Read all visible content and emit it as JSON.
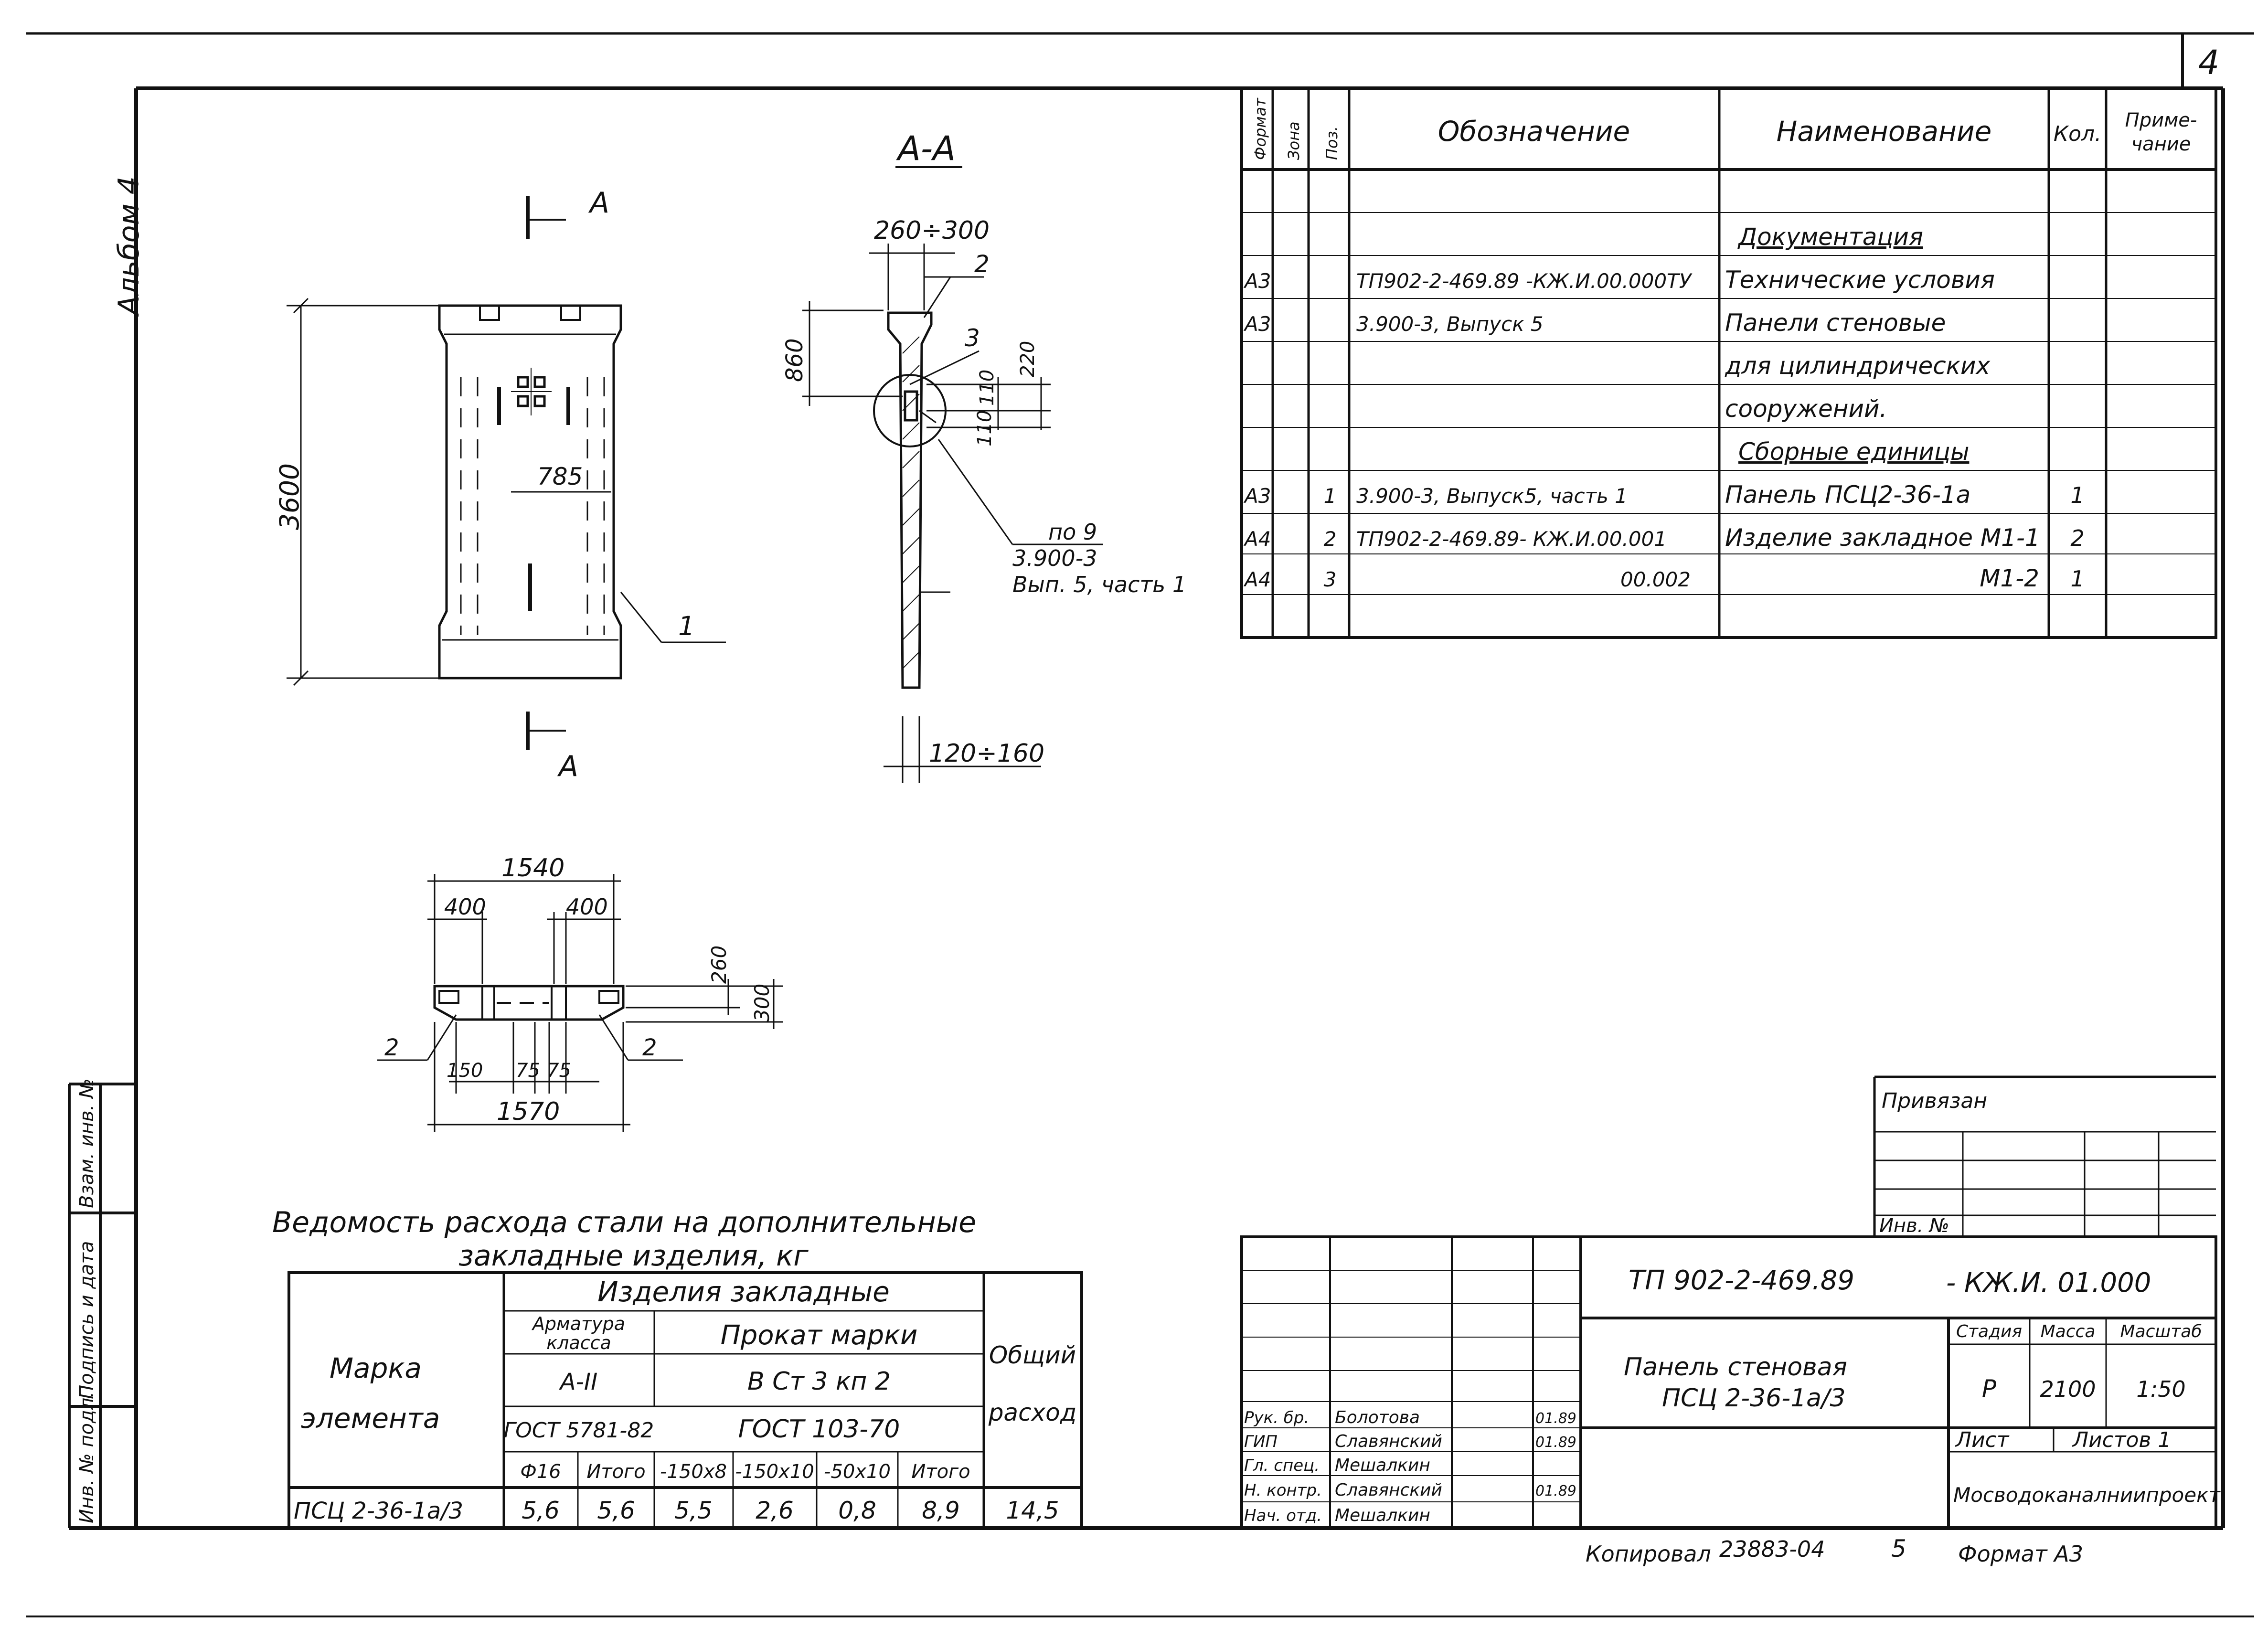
{
  "sheet_number": "4",
  "side_label": "Альбом 4",
  "sideblock": [
    "Инв. № подл.",
    "Подпись и дата",
    "Взам. инв. №"
  ],
  "section_label": "А-А",
  "cut_label": "А",
  "dims": {
    "height": "3600",
    "offset": "785",
    "thickness_top": "260÷300",
    "thickness_bottom": "120÷160",
    "h860": "860",
    "h110a": "110",
    "h110b": "110",
    "h220": "220",
    "w1540": "1540",
    "w400a": "400",
    "w400b": "400",
    "h260": "260",
    "h300": "300",
    "w150": "150",
    "w75a": "75",
    "w75b": "75",
    "w1570": "1570"
  },
  "callouts": {
    "c1": "1",
    "c2": "2",
    "c3": "3",
    "c2a": "2",
    "c2b": "2",
    "note_line1": "по 9",
    "note_line2": "3.900-3",
    "note_line3": "Вып. 5, часть 1"
  },
  "spec": {
    "headers": {
      "format": "Формат",
      "zone": "Зона",
      "pos": "Поз.",
      "designation": "Обозначение",
      "name": "Наименование",
      "qty": "Кол.",
      "note_1": "Приме-",
      "note_2": "чание"
    },
    "rows": [
      {
        "format": "",
        "pos": "",
        "designation": "",
        "name": "",
        "qty": ""
      },
      {
        "format": "",
        "pos": "",
        "designation": "",
        "name": "Документация",
        "qty": "",
        "underline": true
      },
      {
        "format": "А3",
        "pos": "",
        "designation": "ТП902-2-469.89 -КЖ.И.00.000ТУ",
        "name": "Технические условия",
        "qty": ""
      },
      {
        "format": "А3",
        "pos": "",
        "designation": "3.900-3,    Выпуск 5",
        "name": "Панели стеновые",
        "qty": ""
      },
      {
        "format": "",
        "pos": "",
        "designation": "",
        "name": "для цилиндрических",
        "qty": ""
      },
      {
        "format": "",
        "pos": "",
        "designation": "",
        "name": "сооружений.",
        "qty": ""
      },
      {
        "format": "",
        "pos": "",
        "designation": "",
        "name": "Сборные единицы",
        "qty": "",
        "underline": true
      },
      {
        "format": "А3",
        "pos": "1",
        "designation": "3.900-3,  Выпуск5, часть 1",
        "name": "Панель ПСЦ2-36-1а",
        "qty": "1"
      },
      {
        "format": "А4",
        "pos": "2",
        "designation": "ТП902-2-469.89- КЖ.И.00.001",
        "name": "Изделие закладное М1-1",
        "qty": "2"
      },
      {
        "format": "А4",
        "pos": "3",
        "designation": "00.002",
        "name": "М1-2",
        "qty": "1"
      },
      {
        "format": "",
        "pos": "",
        "designation": "",
        "name": "",
        "qty": ""
      }
    ]
  },
  "steel": {
    "title1": "Ведомость расхода стали на дополнительные",
    "title2": "закладные изделия, кг",
    "mark_1": "Марка",
    "mark_2": "элемента",
    "group": "Изделия закладные",
    "rebar_1": "Арматура",
    "rebar_2": "класса",
    "rebar_class": "А-II",
    "rebar_gost": "ГОСТ 5781-82",
    "rolled": "Прокат марки",
    "rolled_grade": "В Ст 3 кп 2",
    "rolled_gost": "ГОСТ 103-70",
    "total_1": "Общий",
    "total_2": "расход",
    "sub": [
      "Ф16",
      "Итого",
      "-150х8",
      "-150х10",
      "-50х10",
      "Итого"
    ],
    "row": [
      "ПСЦ 2-36-1а/3",
      "5,6",
      "5,6",
      "5,5",
      "2,6",
      "0,8",
      "8,9",
      "14,5"
    ]
  },
  "privyazan": {
    "label": "Привязан",
    "inv": "Инв. №"
  },
  "title_block": {
    "code_left": "ТП 902-2-469.89",
    "code_right": "- КЖ.И. 01.000",
    "name_1": "Панель стеновая",
    "name_2": "ПСЦ 2-36-1а/3",
    "stage_h": "Стадия",
    "mass_h": "Масса",
    "scale_h": "Масштаб",
    "stage": "Р",
    "mass": "2100",
    "scale": "1:50",
    "sheet": "Лист",
    "sheets": "Листов 1",
    "org": "Мосводоканалниипроект",
    "roles": [
      {
        "role": "Рук. бр.",
        "name": "Болотова",
        "date": "01.89"
      },
      {
        "role": "ГИП",
        "name": "Славянский",
        "date": "01.89"
      },
      {
        "role": "Гл. спец.",
        "name": "Мешалкин",
        "date": ""
      },
      {
        "role": "Н. контр.",
        "name": "Славянский",
        "date": "01.89"
      },
      {
        "role": "Нач. отд.",
        "name": "Мешалкин",
        "date": ""
      }
    ]
  },
  "footer": {
    "copied": "Копировал",
    "number": "23883-04",
    "digit": "5",
    "format": "Формат А3"
  }
}
